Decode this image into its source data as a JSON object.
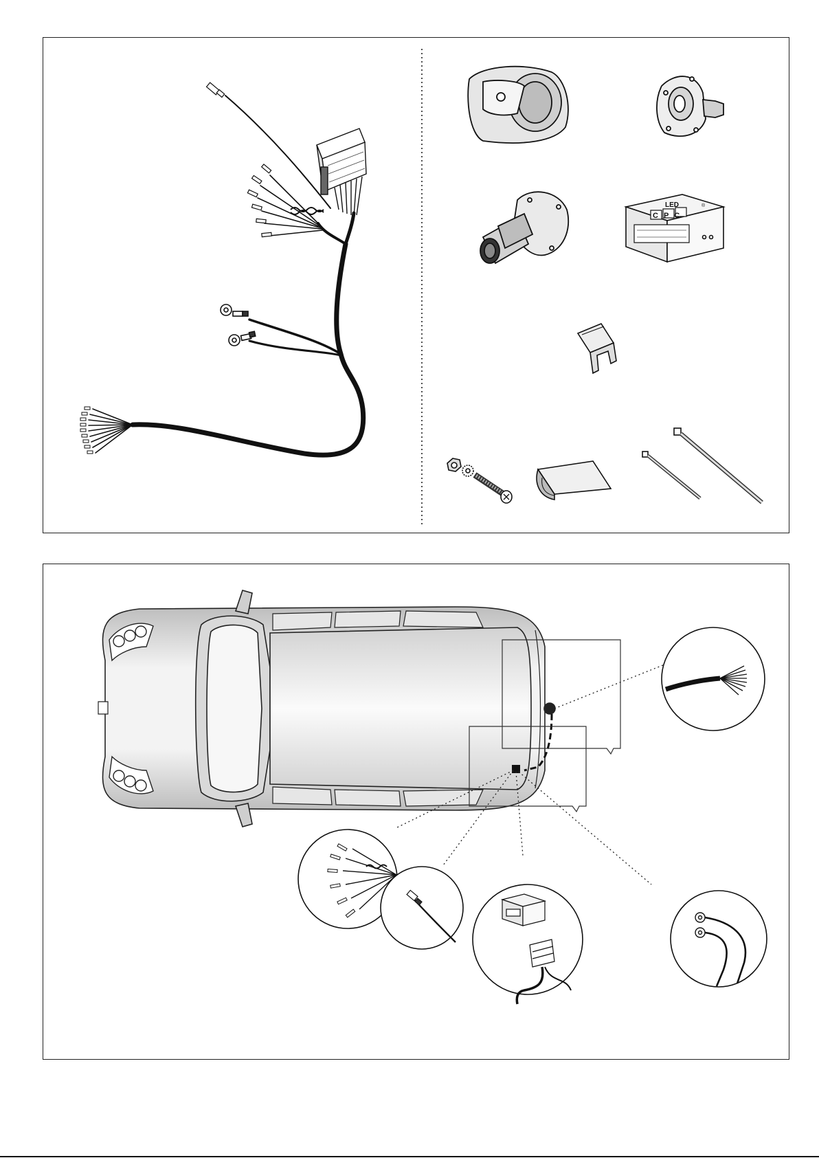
{
  "kit_parts": {
    "harness": {
      "icon": "wiring-harness-icon"
    },
    "socket_13pin": {
      "icon": "trailer-socket-icon"
    },
    "socket_plate": {
      "icon": "socket-mounting-plate-icon"
    },
    "rubber_seal": {
      "icon": "rubber-seal-icon"
    },
    "module": {
      "icon": "electronic-module-icon",
      "brand_line1": "LED",
      "brand_line2": "CPC",
      "mark": "®"
    },
    "fuse": {
      "icon": "blade-fuse-icon"
    },
    "fasteners": {
      "icon": "bolt-nut-washer-icon"
    },
    "adhesive_pad": {
      "icon": "adhesive-pad-icon"
    },
    "cable_ties": {
      "icon": "cable-tie-icon"
    }
  },
  "installation": {
    "vehicle": {
      "icon": "car-top-view-icon"
    },
    "details": [
      "cable-end-detail",
      "pin-connectors-detail",
      "pin-terminal-detail",
      "module-connector-detail",
      "ring-terminals-detail"
    ]
  }
}
